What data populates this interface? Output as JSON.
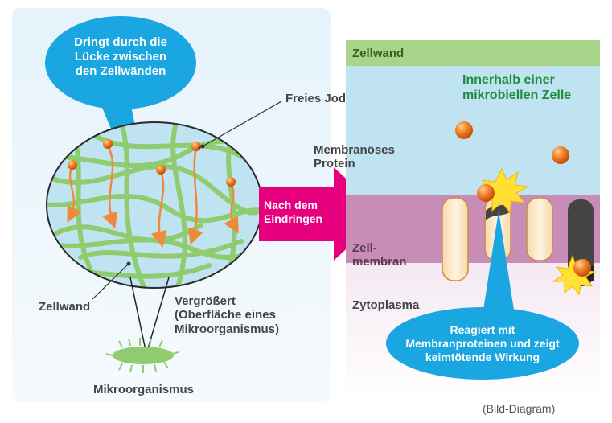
{
  "labels": {
    "bubble_top": "Dringt durch die\nLücke zwischen\nden Zellwänden",
    "free_iodine": "Freies Jod",
    "cell_wall_left": "Zellwand",
    "enlarged": "Vergrößert\n(Oberfläche eines\nMikroorganismus)",
    "microorganism": "Mikroorganismus",
    "arrow_text": "Nach dem\nEindringen",
    "cell_wall_band": "Zellwand",
    "inside_cell": "Innerhalb einer\nmikrobiellen Zelle",
    "membrane_protein": "Membranöses\nProtein",
    "cell_membrane": "Zell-\nmembran",
    "cytoplasm": "Zytoplasma",
    "bubble_bottom": "Reagiert mit\nMembranproteinen und zeigt\nkeimtötende Wirkung",
    "caption": "(Bild-Diagram)"
  },
  "colors": {
    "bubble": "#1aa6e0",
    "arrow_magenta": "#e6007e",
    "iodine": "#f07a1a",
    "fiber": "#8fcc6f",
    "wall_band": "#a8d58a",
    "cell_interior": "#bfe3f1",
    "membrane": "#c88db6",
    "protein": "#fbe6c2",
    "dark_protein": "#444444",
    "spark": "#ffe033"
  },
  "icons": {
    "iodine_particle": "orange-sphere",
    "reaction_burst": "yellow-starburst",
    "microbe": "green-bacterium"
  }
}
